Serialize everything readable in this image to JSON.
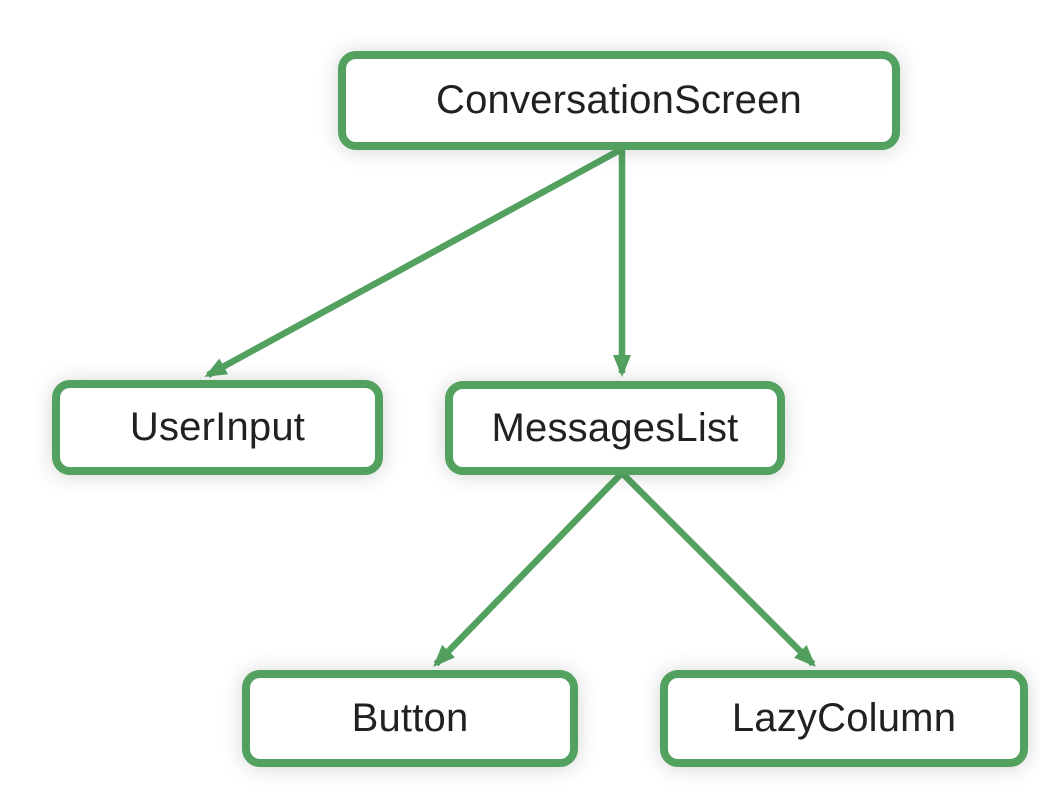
{
  "diagram": {
    "type": "tree",
    "nodes": {
      "conversation_screen": {
        "label": "ConversationScreen"
      },
      "user_input": {
        "label": "UserInput"
      },
      "messages_list": {
        "label": "MessagesList"
      },
      "button": {
        "label": "Button"
      },
      "lazy_column": {
        "label": "LazyColumn"
      }
    },
    "edges": [
      {
        "from": "ConversationScreen",
        "to": "UserInput"
      },
      {
        "from": "ConversationScreen",
        "to": "MessagesList"
      },
      {
        "from": "MessagesList",
        "to": "Button"
      },
      {
        "from": "MessagesList",
        "to": "LazyColumn"
      }
    ],
    "colors": {
      "accent_green": "#52A15F",
      "node_fill": "#FFFFFF",
      "text": "#212121",
      "background": "#FFFFFF"
    }
  }
}
